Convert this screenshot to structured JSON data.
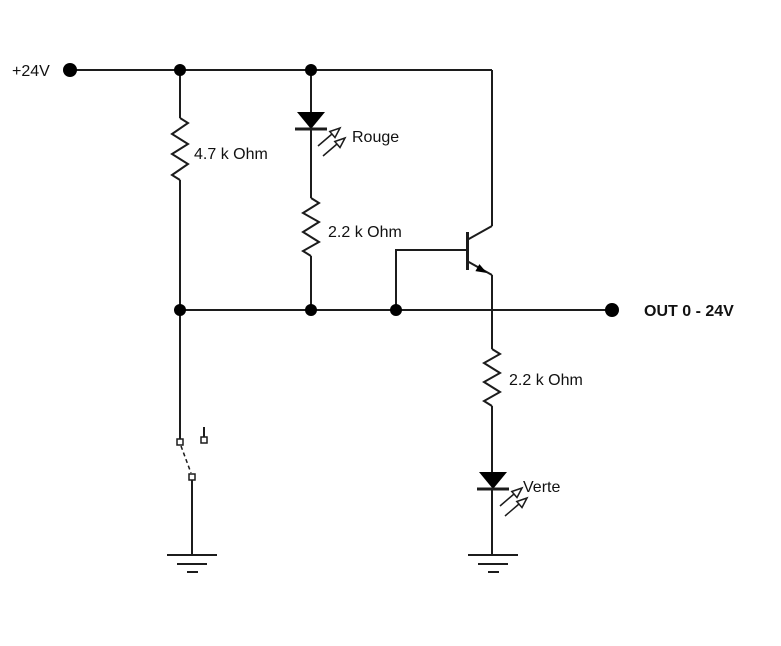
{
  "schematic": {
    "background_color": "#ffffff",
    "line_color": "#1c1c1c",
    "labels": {
      "supply": "+24V",
      "resistor_r1": "4.7 k Ohm",
      "led_red": "Rouge",
      "resistor_r2": "2.2 k Ohm",
      "output": "OUT 0 - 24V",
      "resistor_r3": "2.2 k Ohm",
      "led_green": "Verte"
    },
    "components": [
      {
        "id": "supply-terminal",
        "type": "terminal",
        "label": "+24V"
      },
      {
        "id": "r1",
        "type": "resistor",
        "value": "4.7 k Ohm"
      },
      {
        "id": "led-red",
        "type": "led",
        "label": "Rouge"
      },
      {
        "id": "r2",
        "type": "resistor",
        "value": "2.2 k Ohm"
      },
      {
        "id": "q1",
        "type": "npn-transistor"
      },
      {
        "id": "output-terminal",
        "type": "terminal",
        "label": "OUT 0 - 24V"
      },
      {
        "id": "r3",
        "type": "resistor",
        "value": "2.2 k Ohm"
      },
      {
        "id": "led-green",
        "type": "led",
        "label": "Verte"
      },
      {
        "id": "sw1",
        "type": "switch",
        "state": "open"
      },
      {
        "id": "gnd-left",
        "type": "ground"
      },
      {
        "id": "gnd-right",
        "type": "ground"
      }
    ]
  }
}
